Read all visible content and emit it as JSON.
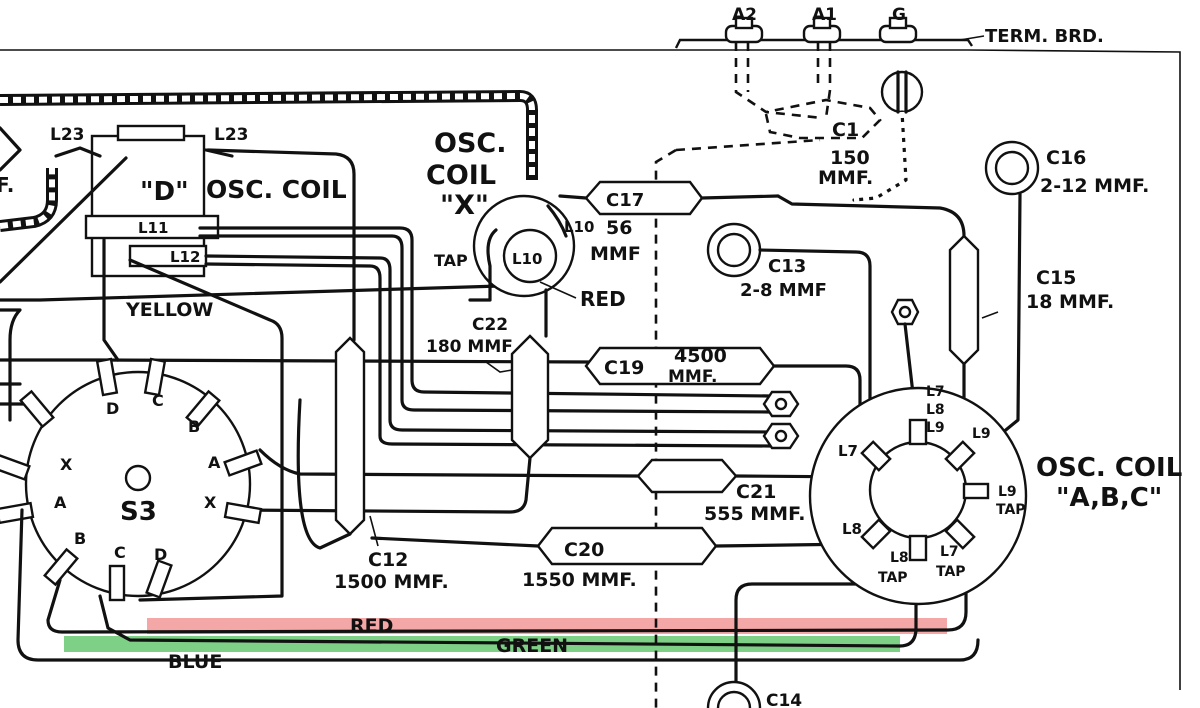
{
  "terminal_board": {
    "label": "TERM. BRD.",
    "terminals": [
      "A2",
      "A1",
      "G"
    ]
  },
  "coils": {
    "d_coil": {
      "quote_letter": "\"D\"",
      "label": "OSC. COIL",
      "windings": [
        "L23",
        "L23",
        "L11",
        "L12"
      ]
    },
    "x_coil": {
      "line1": "OSC.",
      "line2": "COIL",
      "line3": "\"X\"",
      "tap": "TAP",
      "l10a": "L10",
      "l10b": "L10"
    },
    "abc_coil": {
      "line1": "OSC. COIL",
      "line2": "\"A,B,C\"",
      "pins": [
        "L7",
        "L8",
        "L9",
        "L9",
        "L7",
        "L8",
        "L8",
        "L7",
        "L9"
      ],
      "taps": [
        "TAP",
        "TAP",
        "TAP"
      ]
    }
  },
  "capacitors": {
    "c1": {
      "name": "C1",
      "value": "150",
      "unit": "MMF."
    },
    "c17": {
      "name": "C17",
      "value": "56",
      "unit": "MMF"
    },
    "c13": {
      "name": "C13",
      "value": "2-8 MMF"
    },
    "c16": {
      "name": "C16",
      "value": "2-12 MMF."
    },
    "c15": {
      "name": "C15",
      "value": "18 MMF."
    },
    "c22": {
      "name": "C22",
      "value": "180 MMF"
    },
    "c19": {
      "name": "C19",
      "value": "4500",
      "unit": "MMF."
    },
    "c21": {
      "name": "C21",
      "value": "555 MMF."
    },
    "c12": {
      "name": "C12",
      "value": "1500 MMF."
    },
    "c20": {
      "name": "C20",
      "value": "1550 MMF."
    },
    "c14": {
      "name": "C14"
    }
  },
  "switch": {
    "name": "S3",
    "positions": [
      "D",
      "C",
      "B",
      "A",
      "X",
      "X",
      "A",
      "B",
      "C",
      "D"
    ]
  },
  "wires": {
    "yellow": "YELLOW",
    "red_top": "RED",
    "red_bottom": "RED",
    "green": "GREEN",
    "blue": "BLUE"
  },
  "highlights": {
    "red_color": "#f08a8a",
    "green_color": "#5cc466"
  },
  "partial_left": "F."
}
